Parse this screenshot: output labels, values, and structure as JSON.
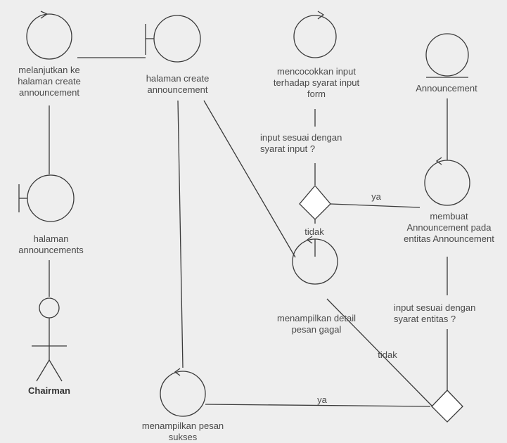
{
  "diagram": {
    "nodes": {
      "melanjutkan": {
        "type": "control",
        "label": "melanjutkan ke\nhalaman create\nannouncement"
      },
      "halaman_create": {
        "type": "boundary",
        "label": "halaman create\nannouncement"
      },
      "mencocokkan": {
        "type": "control",
        "label": "mencocokkan input\nterhadap syarat input\nform"
      },
      "announcement_entity": {
        "type": "entity",
        "label": "Announcement"
      },
      "halaman_announcements": {
        "type": "boundary",
        "label": "halaman\nannouncements"
      },
      "chairman": {
        "type": "actor",
        "label": "Chairman"
      },
      "membuat": {
        "type": "control",
        "label": "membuat\nAnnouncement pada\nentitas Announcement"
      },
      "menampilkan_gagal": {
        "type": "control",
        "label": "menampilkan detail\npesan gagal"
      },
      "menampilkan_sukses": {
        "type": "control",
        "label": "menampilkan pesan\nsukses"
      }
    },
    "decisions": {
      "decision1_question": "input sesuai dengan\nsyarat input ?",
      "decision2_question": "input sesuai dengan\nsyarat entitas ?"
    },
    "edge_labels": {
      "d1_yes": "ya",
      "d1_no": "tidak",
      "d2_no": "tidak",
      "d2_yes": "ya"
    }
  },
  "colors": {
    "stroke": "#3a3a3a",
    "text": "#4a4a4a",
    "background": "#eeeeee"
  }
}
